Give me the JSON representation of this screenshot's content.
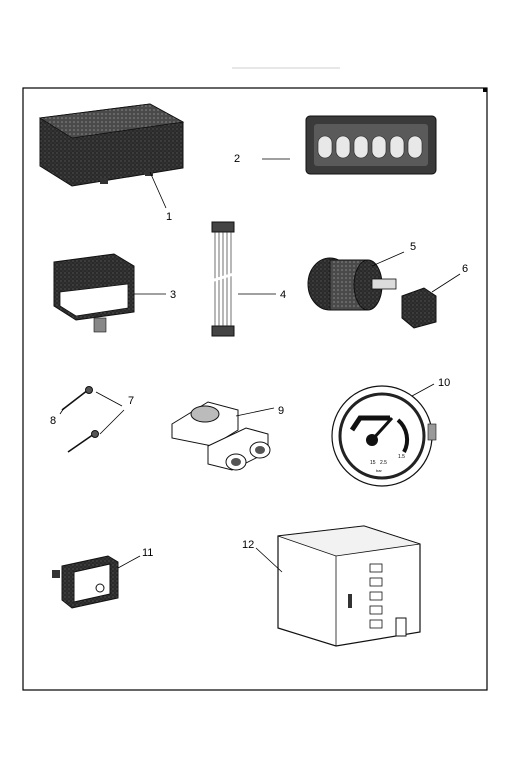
{
  "callouts": {
    "c1": "1",
    "c2": "2",
    "c3": "3",
    "c4": "4",
    "c5": "5",
    "c6": "6",
    "c7": "7",
    "c8": "8",
    "c9": "9",
    "c10": "10",
    "c11": "11",
    "c12": "12"
  },
  "gauge": {
    "scale_a": "15",
    "scale_b": "2.5",
    "scale_c": "1.5",
    "unit": "bar"
  }
}
